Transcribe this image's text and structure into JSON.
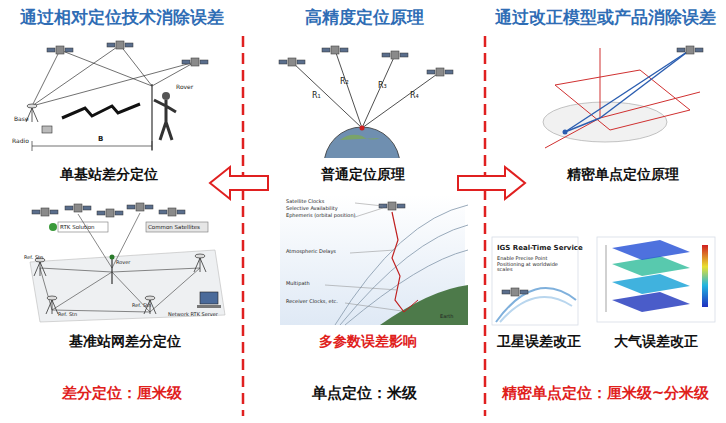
{
  "diagram": {
    "nodes": [
      {
        "text": [
          "通过相对定位技术消除误差",
          "差分定位：厘米级"
        ]
      },
      {
        "text": [
          "单基站差分定位"
        ],
        "in": 0
      },
      {
        "text": [
          "基准站网差分定位"
        ],
        "in": 0
      },
      {
        "text": [
          "高精度定位原理",
          "单点定位：米级"
        ]
      },
      {
        "text": [
          "普通定位原理"
        ],
        "in": 3
      },
      {
        "text": [
          "多参数误差影响"
        ],
        "in": 3
      },
      {
        "text": [
          "通过改正模型或产品消除误差",
          "精密单点定位：厘米级~分米级"
        ]
      },
      {
        "text": [
          "精密单点定位原理"
        ],
        "in": 6
      },
      {
        "text": [
          "卫星误差改正"
        ],
        "in": 6
      },
      {
        "text": [
          "大气误差改正"
        ],
        "in": 6
      }
    ],
    "edges": [
      {
        "from": 4,
        "to": 1,
        "arrow": "to"
      },
      {
        "from": 4,
        "to": 7,
        "arrow": "to"
      }
    ],
    "labels": [
      "Base",
      "Rover",
      "Radio",
      "B",
      "R₁",
      "R₂",
      "R₃",
      "R₄",
      "Satellite Clocks",
      "Selective Availability",
      "Ephemeris (orbital position)",
      "Atmospheric Delays",
      "Multipath",
      "Receiver Clocks, etc.",
      "Earth",
      "RTK Solution",
      "Common Satellites",
      "Rover",
      "Network RTK Server",
      "Ref. Stn",
      "Ref. Stn",
      "Ref. Stn",
      "IGS Real-Time Service",
      "Enable Precise Point Positioning at worldwide scales"
    ]
  }
}
